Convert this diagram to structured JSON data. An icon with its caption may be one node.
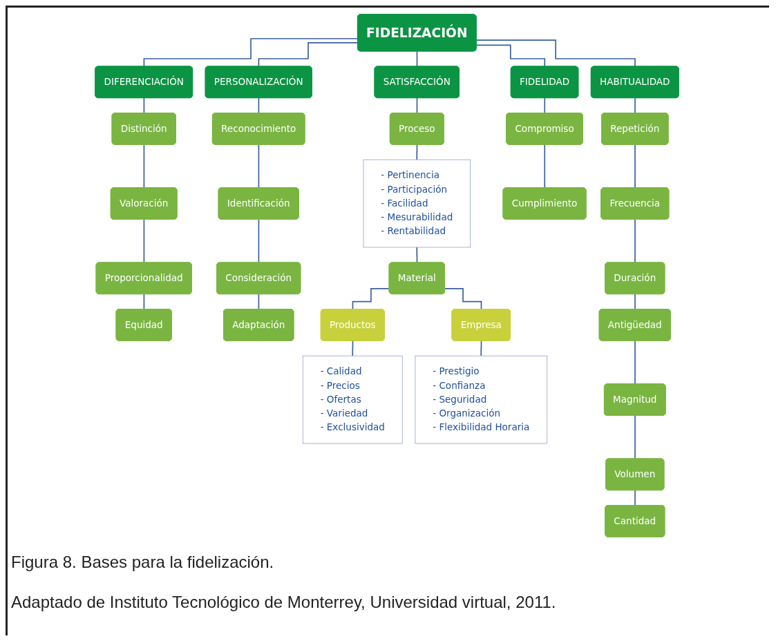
{
  "diagram": {
    "caption": "Figura 8. Bases para la fidelización.",
    "nodes": [
      {
        "text": [
          "FIDELIZACIÓN"
        ]
      },
      {
        "text": [
          "DIFERENCIACIÓN"
        ]
      },
      {
        "text": [
          "PERSONALIZACIÓN"
        ]
      },
      {
        "text": [
          "SATISFACCIÓN"
        ]
      },
      {
        "text": [
          "FIDELIDAD"
        ]
      },
      {
        "text": [
          "HABITUALIDAD"
        ]
      },
      {
        "text": [
          "Distinción"
        ]
      },
      {
        "text": [
          "Valoración"
        ]
      },
      {
        "text": [
          "Proporcionalidad"
        ]
      },
      {
        "text": [
          "Equidad"
        ]
      },
      {
        "text": [
          "Reconocimiento"
        ]
      },
      {
        "text": [
          "Identificación"
        ]
      },
      {
        "text": [
          "Consideración"
        ]
      },
      {
        "text": [
          "Adaptación"
        ]
      },
      {
        "text": [
          "Proceso"
        ]
      },
      {
        "text": [
          "- Pertinencia",
          "- Participación",
          "- Facilidad",
          "- Mesurabilidad",
          "- Rentabilidad"
        ]
      },
      {
        "text": [
          "Material"
        ]
      },
      {
        "text": [
          "Productos"
        ]
      },
      {
        "text": [
          "Empresa"
        ]
      },
      {
        "text": [
          "- Calidad",
          "- Precios",
          "- Ofertas",
          "- Variedad",
          "- Exclusividad"
        ]
      },
      {
        "text": [
          "- Prestigio",
          "- Confianza",
          "- Seguridad",
          "- Organización",
          "- Flexibilidad Horaria"
        ]
      },
      {
        "text": [
          "Compromiso"
        ]
      },
      {
        "text": [
          "Cumplimiento"
        ]
      },
      {
        "text": [
          "Repetición"
        ]
      },
      {
        "text": [
          "Frecuencia"
        ]
      },
      {
        "text": [
          "Duración"
        ]
      },
      {
        "text": [
          "Antigüedad"
        ]
      },
      {
        "text": [
          "Magnitud"
        ]
      },
      {
        "text": [
          "Volumen"
        ]
      },
      {
        "text": [
          "Cantidad"
        ]
      }
    ],
    "edges": [
      {
        "from": 0,
        "to": 1,
        "arrow": "none"
      },
      {
        "from": 0,
        "to": 2,
        "arrow": "none"
      },
      {
        "from": 0,
        "to": 3,
        "arrow": "none"
      },
      {
        "from": 0,
        "to": 4,
        "arrow": "none"
      },
      {
        "from": 0,
        "to": 5,
        "arrow": "none"
      },
      {
        "from": 1,
        "to": 6,
        "arrow": "none"
      },
      {
        "from": 6,
        "to": 7,
        "arrow": "none"
      },
      {
        "from": 7,
        "to": 8,
        "arrow": "none"
      },
      {
        "from": 8,
        "to": 9,
        "arrow": "none"
      },
      {
        "from": 2,
        "to": 10,
        "arrow": "none"
      },
      {
        "from": 10,
        "to": 11,
        "arrow": "none"
      },
      {
        "from": 11,
        "to": 12,
        "arrow": "none"
      },
      {
        "from": 12,
        "to": 13,
        "arrow": "none"
      },
      {
        "from": 3,
        "to": 14,
        "arrow": "none"
      },
      {
        "from": 14,
        "to": 15,
        "arrow": "none"
      },
      {
        "from": 15,
        "to": 16,
        "arrow": "none"
      },
      {
        "from": 16,
        "to": 17,
        "arrow": "none"
      },
      {
        "from": 16,
        "to": 18,
        "arrow": "none"
      },
      {
        "from": 17,
        "to": 19,
        "arrow": "none"
      },
      {
        "from": 18,
        "to": 20,
        "arrow": "none"
      },
      {
        "from": 4,
        "to": 21,
        "arrow": "none"
      },
      {
        "from": 21,
        "to": 22,
        "arrow": "none"
      },
      {
        "from": 5,
        "to": 23,
        "arrow": "none"
      },
      {
        "from": 23,
        "to": 24,
        "arrow": "none"
      },
      {
        "from": 24,
        "to": 25,
        "arrow": "none"
      },
      {
        "from": 25,
        "to": 26,
        "arrow": "none"
      },
      {
        "from": 26,
        "to": 27,
        "arrow": "none"
      },
      {
        "from": 27,
        "to": 28,
        "arrow": "none"
      },
      {
        "from": 28,
        "to": 29,
        "arrow": "none"
      }
    ],
    "labels": [
      "Adaptado de Instituto Tecnológico de Monterrey, Universidad virtual, 2011."
    ]
  }
}
